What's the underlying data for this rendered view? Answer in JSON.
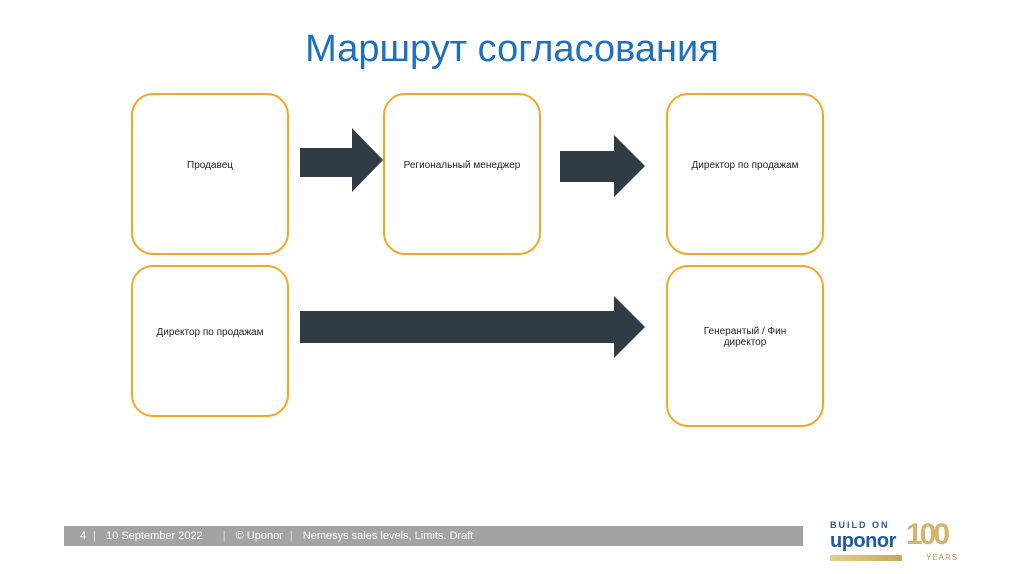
{
  "title": "Маршрут согласования",
  "boxes": {
    "seller": "Продавец",
    "regional_manager": "Региональный менеджер",
    "sales_director_1": "Директор по продажам",
    "sales_director_2": "Директор по продажам",
    "gm_fin_director": "Генерантый / Фин директор"
  },
  "footer": {
    "page": "4",
    "date": "10 September 2022",
    "copyright": "© Uponor",
    "doc": "Nemesys sales levels, Limits. Draft"
  },
  "logo": {
    "build_on": "BUILD ON",
    "brand": "uponor",
    "hundred": "100",
    "years": "YEARS"
  },
  "colors": {
    "title": "#1f6fc1",
    "box_border": "#f5a623",
    "arrow": "#2f3b45"
  }
}
